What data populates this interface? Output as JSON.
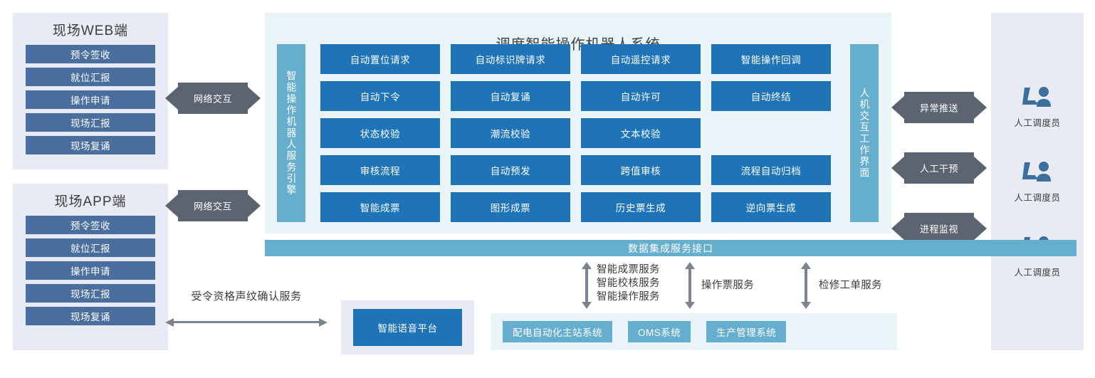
{
  "left_clients": [
    {
      "title": "现场WEB端",
      "buttons": [
        "预令签收",
        "就位汇报",
        "操作申请",
        "现场汇报",
        "现场复诵"
      ]
    },
    {
      "title": "现场APP端",
      "buttons": [
        "预令签收",
        "就位汇报",
        "操作申请",
        "现场汇报",
        "现场复诵"
      ]
    }
  ],
  "network_arrows": [
    {
      "label": "网络交互"
    },
    {
      "label": "网络交互"
    }
  ],
  "center": {
    "title": "调度智能操作机器人系统",
    "left_bar": "智能操作机器人服务引擎",
    "right_bar": "人机交互工作界面",
    "cells": [
      "自动置位请求",
      "自动标识牌请求",
      "自动遥控请求",
      "智能操作回调",
      "自动下令",
      "自动复诵",
      "自动许可",
      "自动终结",
      "状态校验",
      "潮流校验",
      "文本校验",
      "",
      "审核流程",
      "自动预发",
      "跨值审核",
      "流程自动归档",
      "智能成票",
      "图形成票",
      "历史票生成",
      "逆向票生成"
    ]
  },
  "right_arrows": [
    {
      "label": "异常推送"
    },
    {
      "label": "人工干预"
    },
    {
      "label": "进程监视"
    }
  ],
  "operators": [
    {
      "label": "人工调度员"
    },
    {
      "label": "人工调度员"
    },
    {
      "label": "人工调度员"
    }
  ],
  "data_bar": {
    "label": "数据集成服务接口"
  },
  "service_labels": [
    {
      "text": "智能成票服务\n智能校核服务\n智能操作服务"
    },
    {
      "text": "操作票服务"
    },
    {
      "text": "检修工单服务"
    }
  ],
  "systems": [
    {
      "label": "配电自动化主站系统"
    },
    {
      "label": "OMS系统"
    },
    {
      "label": "生产管理系统"
    }
  ],
  "voice": {
    "arrow_label": "受令资格声纹确认服务",
    "box_label": "智能语音平台"
  },
  "colors": {
    "cell_blue": "#1f74b8",
    "teal": "#65aecd",
    "client_button": "#4a6e9e",
    "panel_light": "#e8ebf3",
    "center_bg": "#eaf3f7",
    "arrow_gray": "#5b6470"
  }
}
